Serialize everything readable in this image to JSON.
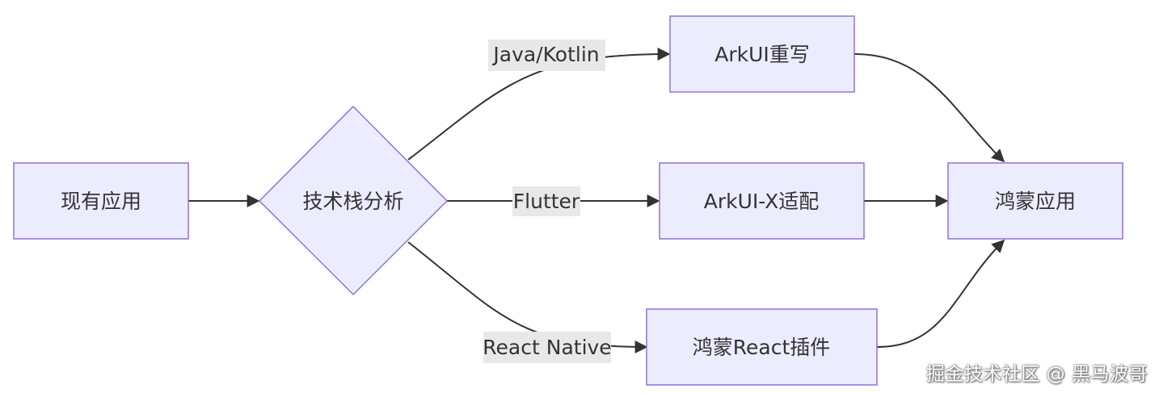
{
  "diagram": {
    "nodes": {
      "existing_app": "现有应用",
      "tech_stack": "技术栈分析",
      "arkui_rewrite": "ArkUI重写",
      "arkui_x": "ArkUI-X适配",
      "react_plugin": "鸿蒙React插件",
      "harmony_app": "鸿蒙应用"
    },
    "edge_labels": {
      "java_kotlin": "Java/Kotlin",
      "flutter": "Flutter",
      "react_native": "React Native"
    },
    "colors": {
      "node_fill": "#ECECFF",
      "node_stroke": "#9370DB",
      "edge": "#333333",
      "label_bg": "#E8E8E8"
    }
  },
  "watermark": "掘金技术社区 @ 黑马波哥"
}
